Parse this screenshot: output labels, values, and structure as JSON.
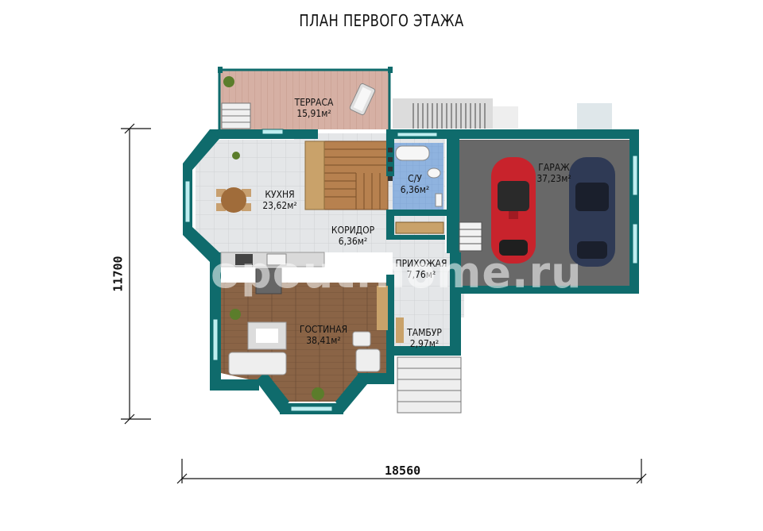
{
  "title": "ПЛАН ПЕРВОГО ЭТАЖА",
  "rooms": {
    "terrace": {
      "name": "ТЕРРАСА",
      "area": "15,91м²"
    },
    "kitchen": {
      "name": "КУХНЯ",
      "area": "23,62м²"
    },
    "bathroom": {
      "name": "С/У",
      "area": "6,36м²"
    },
    "corridor": {
      "name": "КОРИДОР",
      "area": "6,36м²"
    },
    "hall": {
      "name": "ПРИХОЖАЯ",
      "area": "7,76м²"
    },
    "living": {
      "name": "ГОСТИНАЯ",
      "area": "38,41м²"
    },
    "vestibule": {
      "name": "ТАМБУР",
      "area": "2,97м²"
    },
    "garage": {
      "name": "ГАРАЖ",
      "area": "37,23м²"
    }
  },
  "dimensions": {
    "height": "11700",
    "width": "18560"
  },
  "watermark": "opoutfhome.ru",
  "colors": {
    "wall": "#0f6b6c",
    "window_glass": "#bfeef0",
    "floor_tile": "#e4e6e8",
    "terrace_deck": "#d6b0a4",
    "wood_floor": "#8a6446",
    "garage_floor": "#686868",
    "bath_tile": "#8fb3df",
    "car_red": "#c8232c",
    "car_navy": "#2f3a55"
  }
}
